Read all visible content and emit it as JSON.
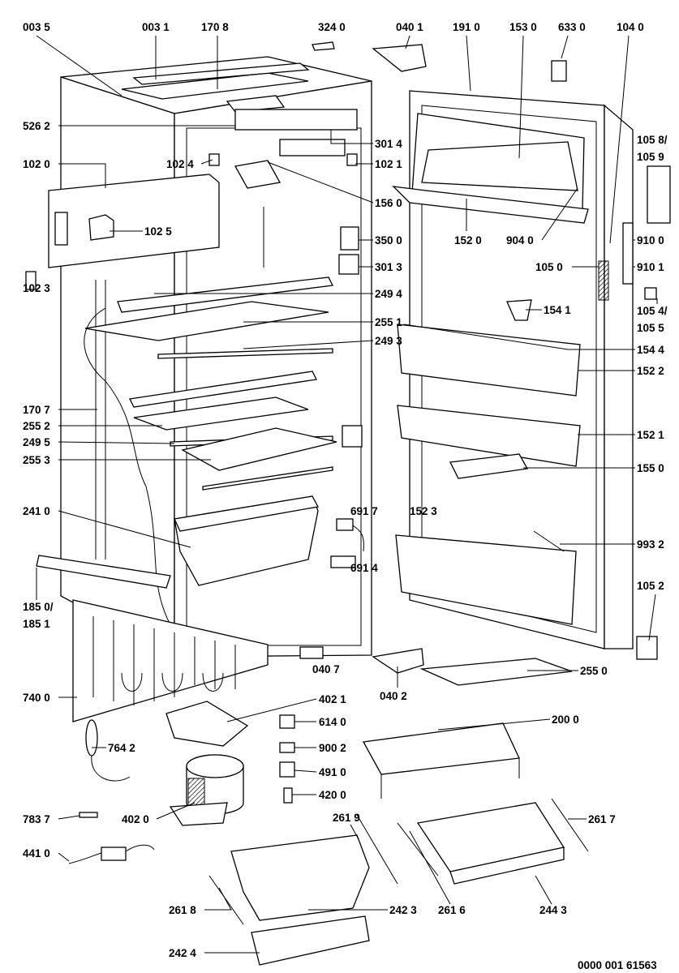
{
  "labels": [
    "003 5",
    "003 1",
    "170 8",
    "324 0",
    "040 1",
    "191 0",
    "153 0",
    "633 0",
    "104 0",
    "526 2",
    "102 0",
    "102 4",
    "102 5",
    "102 3",
    "301 4",
    "102 1",
    "156 0",
    "350 0",
    "301 3",
    "249 4",
    "255 1",
    "249 3",
    "170 7",
    "255 2",
    "249 5",
    "255 3",
    "241 0",
    "691 7",
    "691 4",
    "185 0/",
    "185 1",
    "740 0",
    "764 2",
    "783 7",
    "402 0",
    "441 0",
    "261 8",
    "242 4",
    "402 1",
    "614 0",
    "900 2",
    "491 0",
    "420 0",
    "040 7",
    "040 2",
    "261 9",
    "242 3",
    "261 6",
    "244 3",
    "261 7",
    "200 0",
    "255 0",
    "152 0",
    "904 0",
    "105 0",
    "154 1",
    "154 4",
    "152 2",
    "152 1",
    "155 0",
    "152 3",
    "993 2",
    "105 8/",
    "105 9",
    "910 0",
    "910 1",
    "105 4/",
    "105 5",
    "105 2"
  ],
  "drawing_number": "0000 001 61563"
}
